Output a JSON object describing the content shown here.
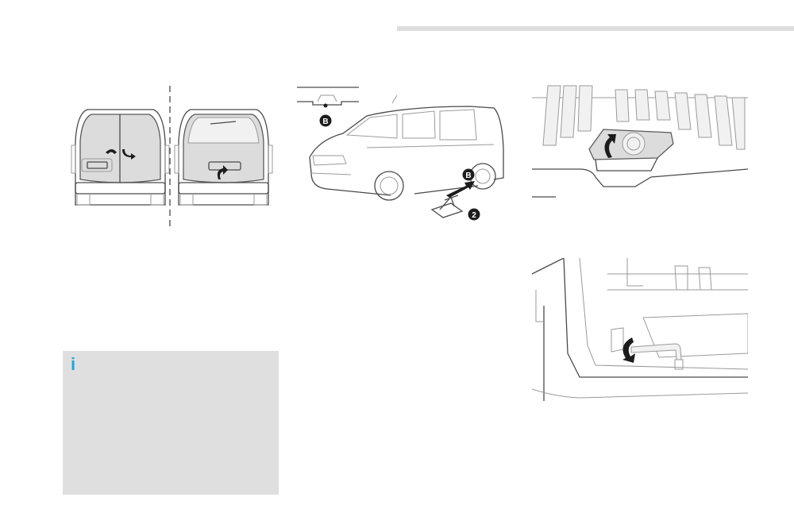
{
  "info_box": {
    "icon": "info-icon",
    "icon_glyph": "i",
    "accent_color": "#1aa7dd",
    "background_color": "#dfdfdf"
  },
  "figure_van": {
    "callout_b": "B",
    "callout_2": "2"
  },
  "header_bar_color": "#dddddd"
}
